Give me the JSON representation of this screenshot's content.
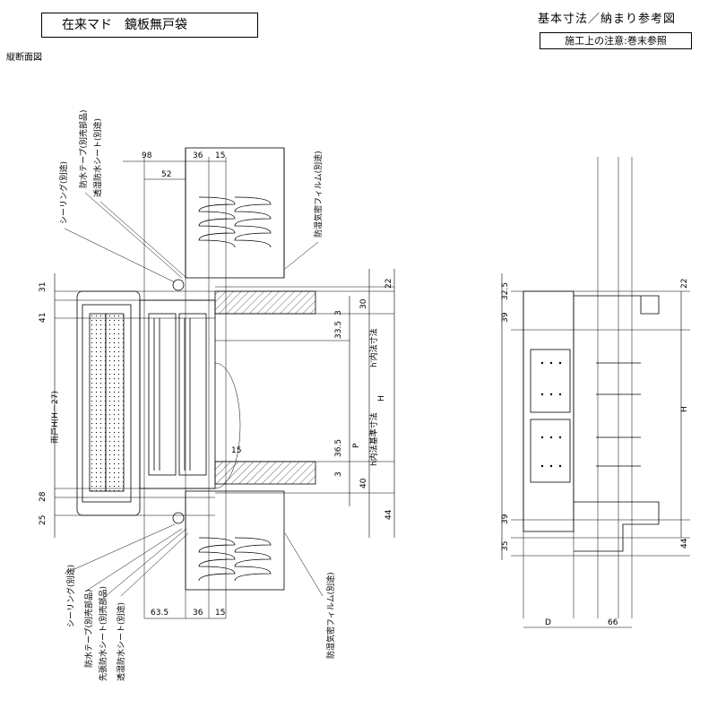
{
  "header": {
    "title": "在来マド　鏡板無戸袋",
    "heading": "基本寸法／納まり参考図",
    "note": "施工上の注意:巻末参照",
    "view_label": "縦断面図"
  },
  "left": {
    "top_dims": {
      "d98": "98",
      "d52": "52",
      "d36": "36",
      "d15": "15"
    },
    "bot_dims": {
      "d63_5": "63.5",
      "d36": "36",
      "d15": "15"
    },
    "left_dims": {
      "d31": "31",
      "d41": "41",
      "d28": "28",
      "d25": "25"
    },
    "right_dims": {
      "d22": "22",
      "d30": "30",
      "d33_5": "33.5",
      "d36_5": "36.5",
      "d15": "15",
      "d3a": "3",
      "d3b": "3",
      "d40": "40",
      "d44": "44"
    },
    "vert_labels": {
      "shutter": "雨戸H(H－27)",
      "inner": "h′内法寸法",
      "std": "h内法基準寸法",
      "P": "P",
      "H": "H"
    },
    "callouts_top": {
      "sealing": "シーリング(別途)",
      "tape": "防水テープ(別売部品)",
      "sheet": "透湿防水シート(別途)",
      "film": "防湿気密フィルム(別途)"
    },
    "callouts_bottom": {
      "sealing": "シーリング(別途)",
      "tape": "防水テープ(別売部品)",
      "pre_sheet": "先張防水シート(別売部品)",
      "sheet": "透湿防水シート(別途)",
      "film": "防湿気密フィルム(別途)"
    }
  },
  "right": {
    "dims": {
      "d32_5": "32.5",
      "d39a": "39",
      "d39b": "39",
      "d35": "35",
      "d22": "22",
      "d44": "44",
      "H": "H",
      "D": "D",
      "d66": "66"
    }
  }
}
